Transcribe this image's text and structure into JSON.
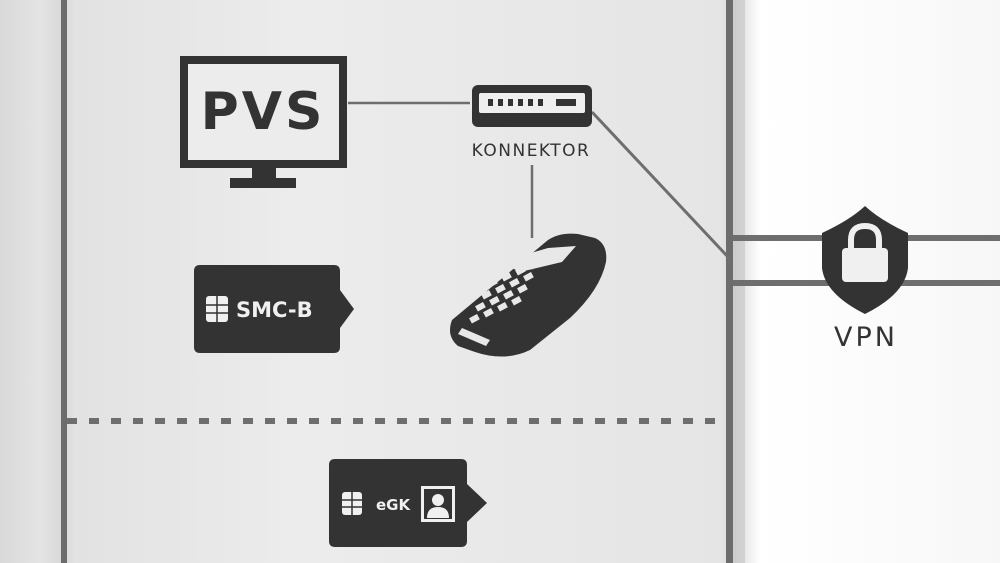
{
  "diagram": {
    "nodes": {
      "pvs": {
        "label": "PVS",
        "icon": "monitor-icon"
      },
      "konnektor": {
        "label": "KONNEKTOR",
        "icon": "router-icon"
      },
      "terminal": {
        "icon": "card-terminal-icon"
      },
      "smcb": {
        "label": "SMC-B",
        "icon": "smart-card-icon"
      },
      "egk": {
        "label": "eGK",
        "icon": "health-card-icon"
      },
      "vpn": {
        "label": "VPN",
        "icon": "shield-lock-icon"
      }
    },
    "edges": [
      {
        "from": "pvs",
        "to": "konnektor"
      },
      {
        "from": "konnektor",
        "to": "terminal"
      },
      {
        "from": "konnektor",
        "to": "vpn"
      }
    ],
    "colors": {
      "ink": "#333333",
      "line": "#6e6e6e",
      "card_text": "#f0f0f0"
    }
  }
}
